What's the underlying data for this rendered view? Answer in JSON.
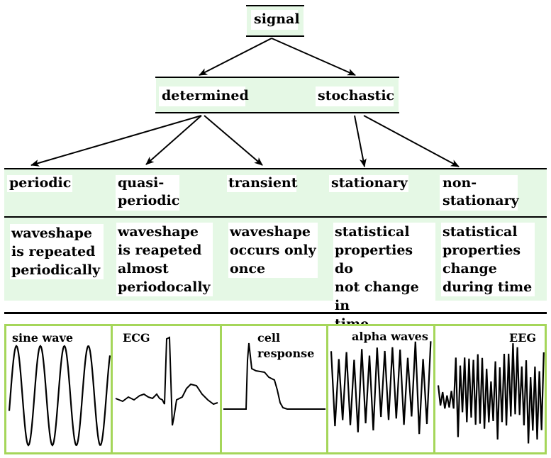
{
  "root": {
    "label": "signal"
  },
  "level1": {
    "determined": "determined",
    "stochastic": "stochastic"
  },
  "level2": {
    "periodic": "periodic",
    "quasi_periodic": "quasi-\nperiodic",
    "transient": "transient",
    "stationary": "stationary",
    "non_stationary": "non-\nstationary"
  },
  "descriptions": {
    "periodic": "waveshape\nis repeated\nperiodically",
    "quasi_periodic": "waveshape\nis reapeted\nalmost\nperiodocally",
    "transient": "waveshape\noccurs only\nonce",
    "stationary": "statistical\nproperties do\nnot change in\ntime",
    "non_stationary": "statistical\nproperties\nchange\nduring time"
  },
  "examples": {
    "sine": "sine wave",
    "ecg": "ECG",
    "cell": "cell\nresponse",
    "alpha": "alpha waves",
    "eeg": "EEG"
  },
  "colors": {
    "band": "#e5f8e5",
    "panel_border": "#a5d65a"
  }
}
